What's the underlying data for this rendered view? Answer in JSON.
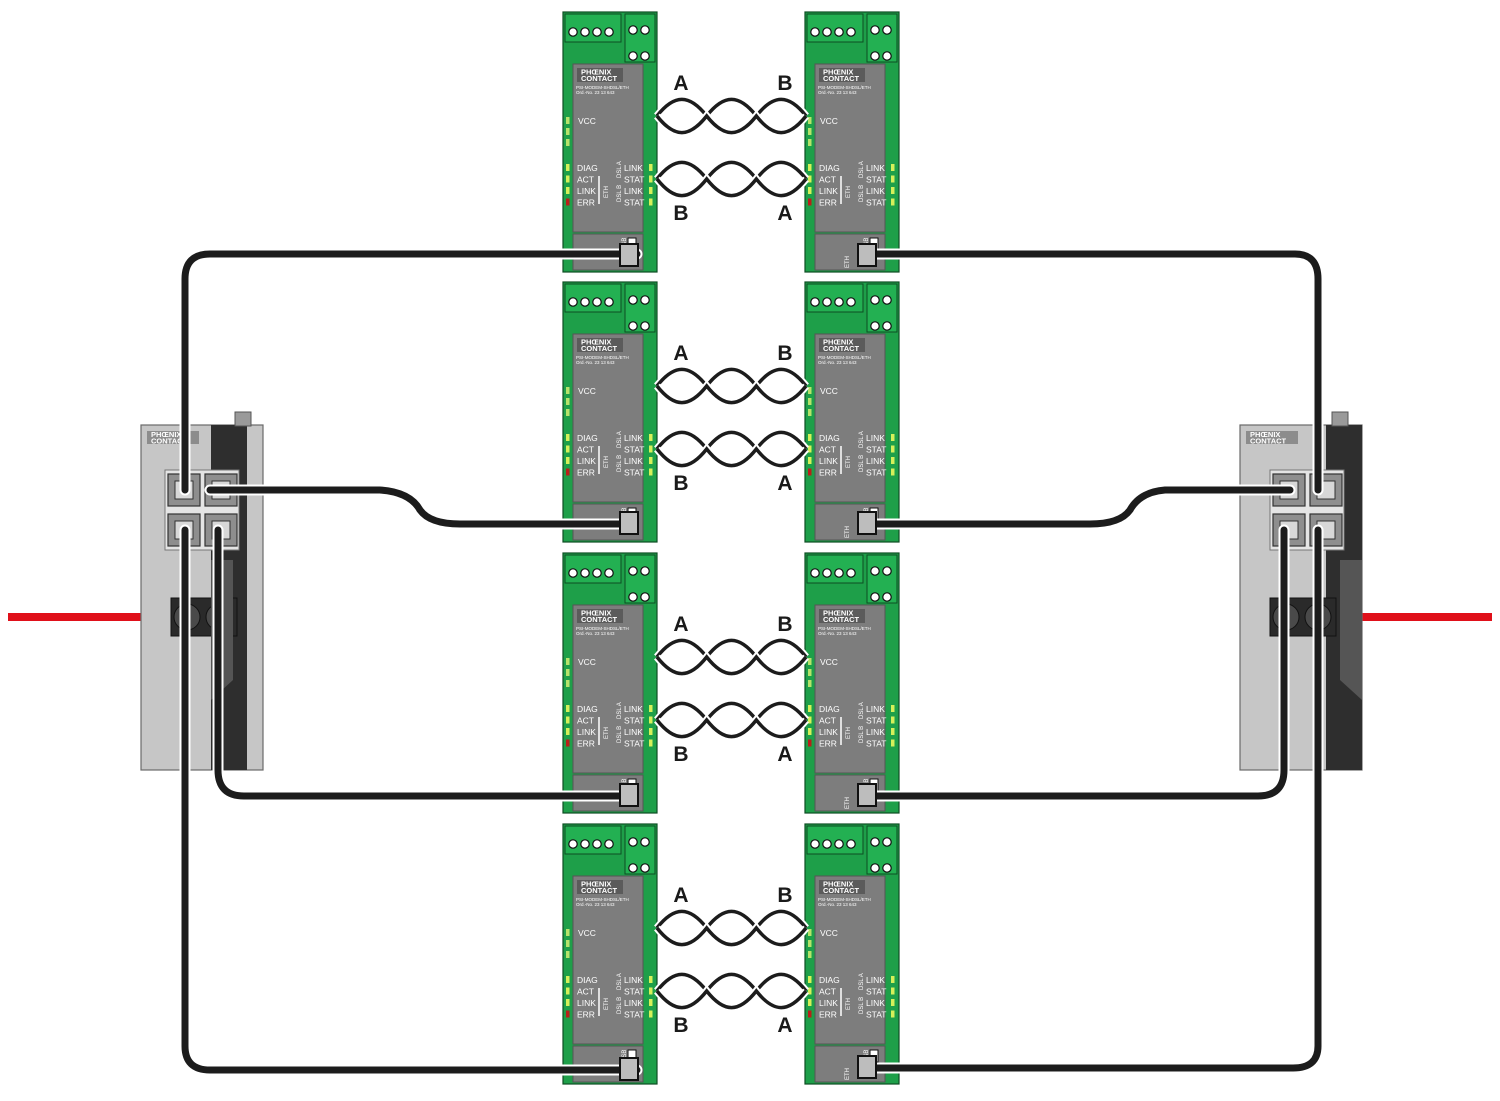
{
  "diagram": {
    "brand": [
      "PHŒNIX",
      "CONTACT"
    ],
    "switch_brand": [
      "PHŒNIX",
      "CONTACT"
    ],
    "modem": {
      "model_line": "PSI-MODEM-SHDSL/ETH",
      "order_line": "Ord.-No. 23 13 643",
      "vcc": "VCC",
      "left_leds": [
        "DIAG",
        "ACT",
        "LINK",
        "ERR"
      ],
      "right_leds": [
        "LINK",
        "STAT",
        "LINK",
        "STAT"
      ],
      "eth": "ETH",
      "dsl_a": "DSL A",
      "dsl_b": "DSL B",
      "usb": "USB",
      "port_eth": "ETH"
    },
    "pair_labels": {
      "top_left": "A",
      "top_right": "B",
      "bottom_left": "B",
      "bottom_right": "A"
    },
    "colors": {
      "module_green": "#1e9f49",
      "module_gray": "#7d7d7d",
      "cable": "#1c1c1c",
      "power_line": "#e0101a",
      "switch_light": "#c6c6c6",
      "switch_dark": "#2e2e2e"
    }
  }
}
